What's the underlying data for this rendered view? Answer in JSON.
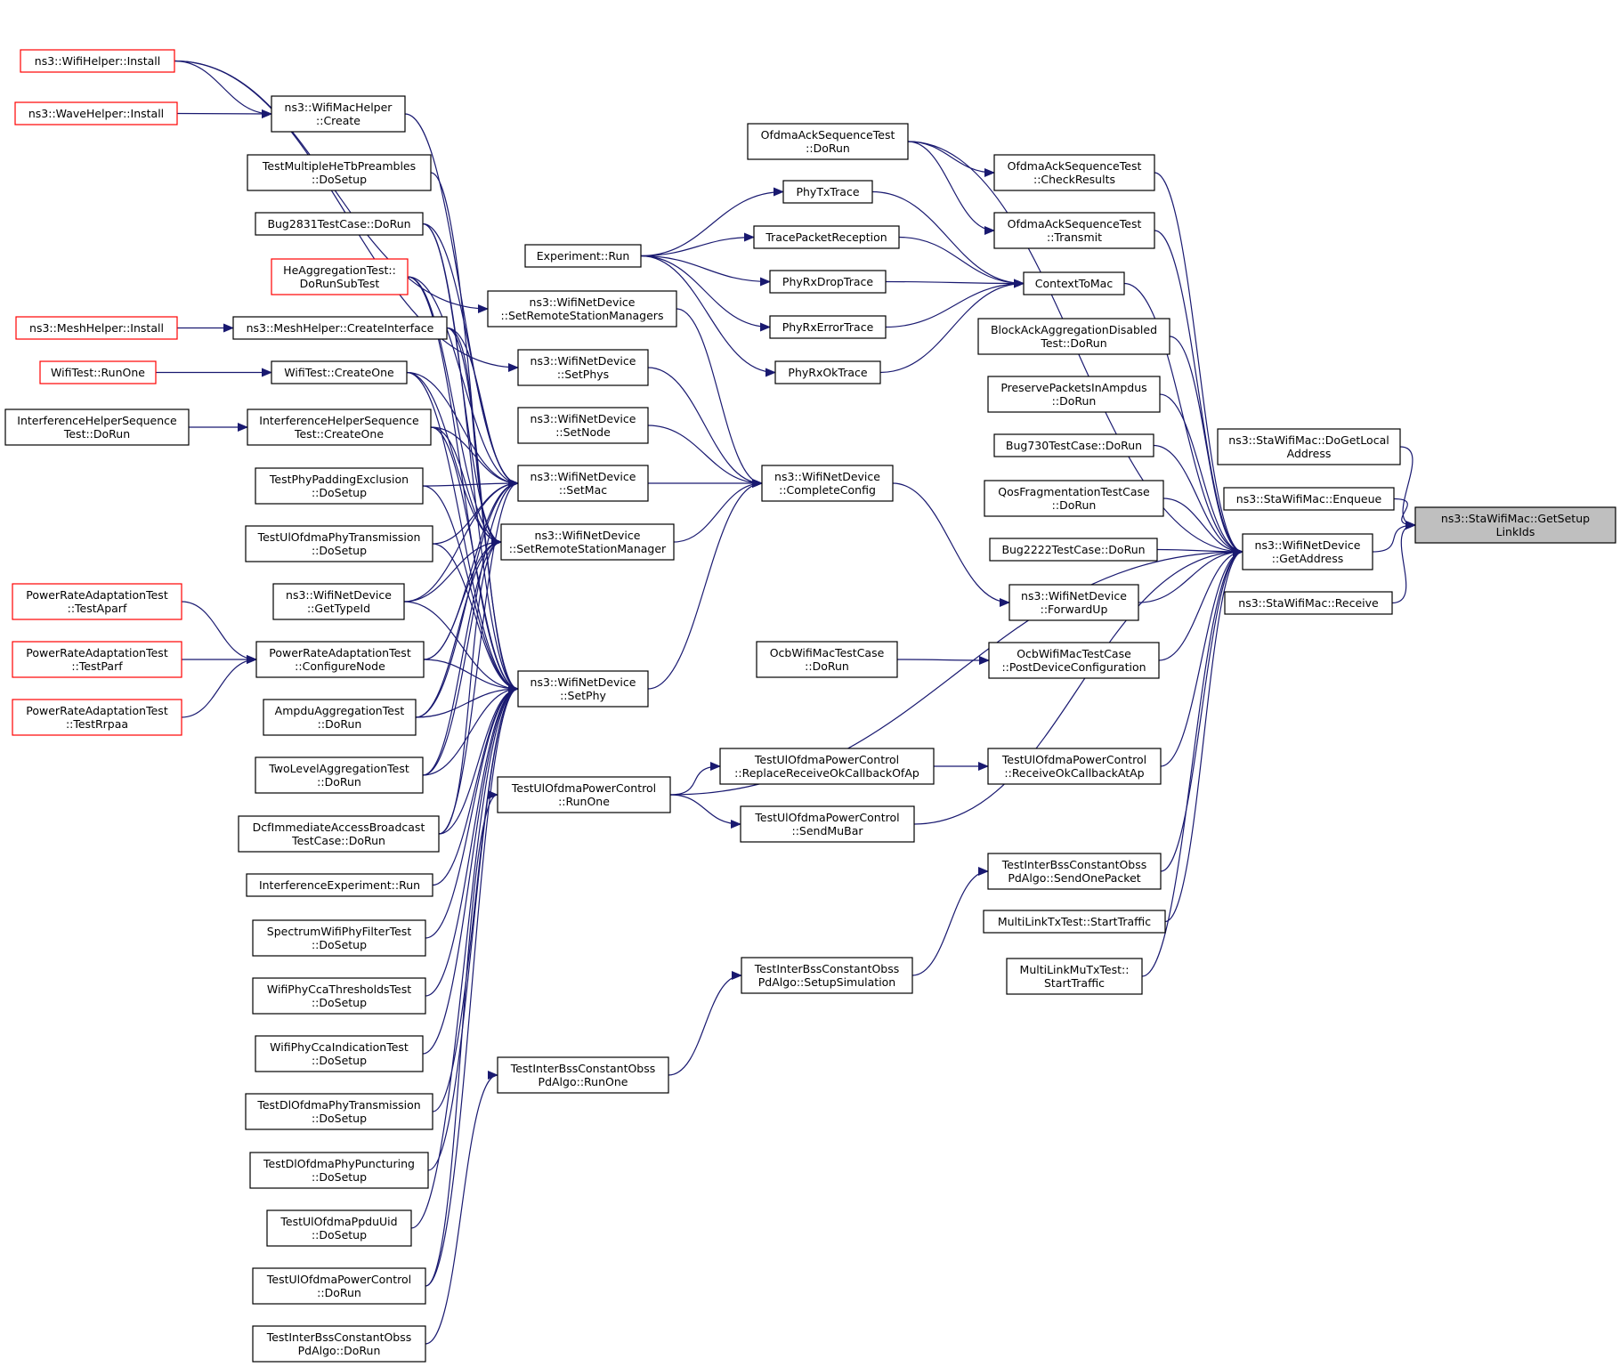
{
  "diagram": {
    "type": "call-graph",
    "colors": {
      "edge": "#191970",
      "node_border": "#000000",
      "truncated_border": "#ff0000",
      "focus_fill": "#bfbfbf",
      "node_fill": "#ffffff"
    },
    "nodes": [
      {
        "id": "wifihelper_install",
        "lines": [
          "ns3::WifiHelper::Install"
        ],
        "truncated": true
      },
      {
        "id": "wavehelper_install",
        "lines": [
          "ns3::WaveHelper::Install"
        ],
        "truncated": true
      },
      {
        "id": "wifimachelper_create",
        "lines": [
          "ns3::WifiMacHelper",
          "::Create"
        ]
      },
      {
        "id": "testmultiplehetb",
        "lines": [
          "TestMultipleHeTbPreambles",
          "::DoSetup"
        ]
      },
      {
        "id": "bug2831",
        "lines": [
          "Bug2831TestCase::DoRun"
        ]
      },
      {
        "id": "heaggregation",
        "lines": [
          "HeAggregationTest::",
          "DoRunSubTest"
        ],
        "truncated": true
      },
      {
        "id": "meshhelper_install",
        "lines": [
          "ns3::MeshHelper::Install"
        ],
        "truncated": true
      },
      {
        "id": "meshhelper_createinterface",
        "lines": [
          "ns3::MeshHelper::CreateInterface"
        ]
      },
      {
        "id": "wifitest_runone",
        "lines": [
          "WifiTest::RunOne"
        ],
        "truncated": true
      },
      {
        "id": "wifitest_createone",
        "lines": [
          "WifiTest::CreateOne"
        ]
      },
      {
        "id": "ihseq_dorun",
        "lines": [
          "InterferenceHelperSequence",
          "Test::DoRun"
        ]
      },
      {
        "id": "ihseq_createone",
        "lines": [
          "InterferenceHelperSequence",
          "Test::CreateOne"
        ]
      },
      {
        "id": "testphypadding",
        "lines": [
          "TestPhyPaddingExclusion",
          "::DoSetup"
        ]
      },
      {
        "id": "testulofdmaphytx",
        "lines": [
          "TestUlOfdmaPhyTransmission",
          "::DoSetup"
        ]
      },
      {
        "id": "wnd_gettypeid",
        "lines": [
          "ns3::WifiNetDevice",
          "::GetTypeId"
        ]
      },
      {
        "id": "prat_testaparf",
        "lines": [
          "PowerRateAdaptationTest",
          "::TestAparf"
        ],
        "truncated": true
      },
      {
        "id": "prat_testparf",
        "lines": [
          "PowerRateAdaptationTest",
          "::TestParf"
        ],
        "truncated": true
      },
      {
        "id": "prat_testrrpaa",
        "lines": [
          "PowerRateAdaptationTest",
          "::TestRrpaa"
        ],
        "truncated": true
      },
      {
        "id": "prat_configurenode",
        "lines": [
          "PowerRateAdaptationTest",
          "::ConfigureNode"
        ]
      },
      {
        "id": "ampduaggregation",
        "lines": [
          "AmpduAggregationTest",
          "::DoRun"
        ]
      },
      {
        "id": "twolevelaggregation",
        "lines": [
          "TwoLevelAggregationTest",
          "::DoRun"
        ]
      },
      {
        "id": "dcfimmediate",
        "lines": [
          "DcfImmediateAccessBroadcast",
          "TestCase::DoRun"
        ]
      },
      {
        "id": "interferenceexp_run",
        "lines": [
          "InterferenceExperiment::Run"
        ]
      },
      {
        "id": "spectrumfilter",
        "lines": [
          "SpectrumWifiPhyFilterTest",
          "::DoSetup"
        ]
      },
      {
        "id": "ccathresholds",
        "lines": [
          "WifiPhyCcaThresholdsTest",
          "::DoSetup"
        ]
      },
      {
        "id": "ccaindication",
        "lines": [
          "WifiPhyCcaIndicationTest",
          "::DoSetup"
        ]
      },
      {
        "id": "testdlofdmaphytx",
        "lines": [
          "TestDlOfdmaPhyTransmission",
          "::DoSetup"
        ]
      },
      {
        "id": "testdlofdmapunct",
        "lines": [
          "TestDlOfdmaPhyPuncturing",
          "::DoSetup"
        ]
      },
      {
        "id": "testulofdmappduuid",
        "lines": [
          "TestUlOfdmaPpduUid",
          "::DoSetup"
        ]
      },
      {
        "id": "testulofdmapc_dorun",
        "lines": [
          "TestUlOfdmaPowerControl",
          "::DoRun"
        ]
      },
      {
        "id": "tibss_dorun",
        "lines": [
          "TestInterBssConstantObss",
          "PdAlgo::DoRun"
        ]
      },
      {
        "id": "wnd_setremotestationmanagers",
        "lines": [
          "ns3::WifiNetDevice",
          "::SetRemoteStationManagers"
        ]
      },
      {
        "id": "wnd_setphys",
        "lines": [
          "ns3::WifiNetDevice",
          "::SetPhys"
        ]
      },
      {
        "id": "wnd_setnode",
        "lines": [
          "ns3::WifiNetDevice",
          "::SetNode"
        ]
      },
      {
        "id": "wnd_setmac",
        "lines": [
          "ns3::WifiNetDevice",
          "::SetMac"
        ]
      },
      {
        "id": "wnd_setremotestationmanager",
        "lines": [
          "ns3::WifiNetDevice",
          "::SetRemoteStationManager"
        ]
      },
      {
        "id": "wnd_setphy",
        "lines": [
          "ns3::WifiNetDevice",
          "::SetPhy"
        ]
      },
      {
        "id": "experiment_run",
        "lines": [
          "Experiment::Run"
        ]
      },
      {
        "id": "testulofdmapc_runone",
        "lines": [
          "TestUlOfdmaPowerControl",
          "::RunOne"
        ]
      },
      {
        "id": "tibss_runone",
        "lines": [
          "TestInterBssConstantObss",
          "PdAlgo::RunOne"
        ]
      },
      {
        "id": "ofdmaack_dorun",
        "lines": [
          "OfdmaAckSequenceTest",
          "::DoRun"
        ]
      },
      {
        "id": "phytxtrace",
        "lines": [
          "PhyTxTrace"
        ]
      },
      {
        "id": "tracepacketreception",
        "lines": [
          "TracePacketReception"
        ]
      },
      {
        "id": "phyrxdroptrace",
        "lines": [
          "PhyRxDropTrace"
        ]
      },
      {
        "id": "phyrxerrortrace",
        "lines": [
          "PhyRxErrorTrace"
        ]
      },
      {
        "id": "phyrxoktrace",
        "lines": [
          "PhyRxOkTrace"
        ]
      },
      {
        "id": "wnd_completeconfig",
        "lines": [
          "ns3::WifiNetDevice",
          "::CompleteConfig"
        ]
      },
      {
        "id": "ocbwifimac_dorun",
        "lines": [
          "OcbWifiMacTestCase",
          "::DoRun"
        ]
      },
      {
        "id": "testulofdmapc_replace",
        "lines": [
          "TestUlOfdmaPowerControl",
          "::ReplaceReceiveOkCallbackOfAp"
        ]
      },
      {
        "id": "testulofdmapc_sendmubar",
        "lines": [
          "TestUlOfdmaPowerControl",
          "::SendMuBar"
        ]
      },
      {
        "id": "tibss_setupsim",
        "lines": [
          "TestInterBssConstantObss",
          "PdAlgo::SetupSimulation"
        ]
      },
      {
        "id": "ofdmaack_checkresults",
        "lines": [
          "OfdmaAckSequenceTest",
          "::CheckResults"
        ]
      },
      {
        "id": "ofdmaack_transmit",
        "lines": [
          "OfdmaAckSequenceTest",
          "::Transmit"
        ]
      },
      {
        "id": "contexttomac",
        "lines": [
          "ContextToMac"
        ]
      },
      {
        "id": "blockackaggdisabled",
        "lines": [
          "BlockAckAggregationDisabled",
          "Test::DoRun"
        ]
      },
      {
        "id": "preservepackets",
        "lines": [
          "PreservePacketsInAmpdus",
          "::DoRun"
        ]
      },
      {
        "id": "bug730",
        "lines": [
          "Bug730TestCase::DoRun"
        ]
      },
      {
        "id": "qosfragmentation",
        "lines": [
          "QosFragmentationTestCase",
          "::DoRun"
        ]
      },
      {
        "id": "bug2222",
        "lines": [
          "Bug2222TestCase::DoRun"
        ]
      },
      {
        "id": "wnd_forwardup",
        "lines": [
          "ns3::WifiNetDevice",
          "::ForwardUp"
        ]
      },
      {
        "id": "ocbwifimac_postdevice",
        "lines": [
          "OcbWifiMacTestCase",
          "::PostDeviceConfiguration"
        ]
      },
      {
        "id": "testulofdmapc_receiveok",
        "lines": [
          "TestUlOfdmaPowerControl",
          "::ReceiveOkCallbackAtAp"
        ]
      },
      {
        "id": "tibss_sendonepacket",
        "lines": [
          "TestInterBssConstantObss",
          "PdAlgo::SendOnePacket"
        ]
      },
      {
        "id": "multilinktx",
        "lines": [
          "MultiLinkTxTest::StartTraffic"
        ]
      },
      {
        "id": "multilinkmutx",
        "lines": [
          "MultiLinkMuTxTest::",
          "StartTraffic"
        ]
      },
      {
        "id": "stawifimac_dogetlocaladdress",
        "lines": [
          "ns3::StaWifiMac::DoGetLocal",
          "Address"
        ]
      },
      {
        "id": "stawifimac_enqueue",
        "lines": [
          "ns3::StaWifiMac::Enqueue"
        ]
      },
      {
        "id": "wnd_getaddress",
        "lines": [
          "ns3::WifiNetDevice",
          "::GetAddress"
        ]
      },
      {
        "id": "stawifimac_receive",
        "lines": [
          "ns3::StaWifiMac::Receive"
        ]
      },
      {
        "id": "stawifimac_getsetuplinkids",
        "lines": [
          "ns3::StaWifiMac::GetSetup",
          "LinkIds"
        ],
        "focus": true
      }
    ],
    "edges": [
      [
        "wifihelper_install",
        "wifimachelper_create"
      ],
      [
        "wavehelper_install",
        "wifimachelper_create"
      ],
      [
        "meshhelper_install",
        "meshhelper_createinterface"
      ],
      [
        "wifitest_runone",
        "wifitest_createone"
      ],
      [
        "ihseq_dorun",
        "ihseq_createone"
      ],
      [
        "prat_testaparf",
        "prat_configurenode"
      ],
      [
        "prat_testparf",
        "prat_configurenode"
      ],
      [
        "prat_testrrpaa",
        "prat_configurenode"
      ],
      [
        "wifihelper_install",
        "wnd_setremotestationmanagers"
      ],
      [
        "wifimachelper_create",
        "wnd_setmac"
      ],
      [
        "testmultiplehetb",
        "wnd_setphy"
      ],
      [
        "bug2831",
        "wnd_setmac"
      ],
      [
        "bug2831",
        "wnd_setremotestationmanager"
      ],
      [
        "bug2831",
        "wnd_setphy"
      ],
      [
        "heaggregation",
        "wnd_setmac"
      ],
      [
        "heaggregation",
        "wnd_setremotestationmanager"
      ],
      [
        "heaggregation",
        "wnd_setphy"
      ],
      [
        "meshhelper_createinterface",
        "wnd_setmac"
      ],
      [
        "meshhelper_createinterface",
        "wnd_setremotestationmanager"
      ],
      [
        "meshhelper_createinterface",
        "wnd_setphy"
      ],
      [
        "wifitest_createone",
        "wnd_setmac"
      ],
      [
        "wifitest_createone",
        "wnd_setremotestationmanager"
      ],
      [
        "wifitest_createone",
        "wnd_setphy"
      ],
      [
        "ihseq_createone",
        "wnd_setmac"
      ],
      [
        "ihseq_createone",
        "wnd_setremotestationmanager"
      ],
      [
        "ihseq_createone",
        "wnd_setphy"
      ],
      [
        "testphypadding",
        "wnd_setmac"
      ],
      [
        "testphypadding",
        "wnd_setphy"
      ],
      [
        "testulofdmaphytx",
        "wnd_setmac"
      ],
      [
        "testulofdmaphytx",
        "wnd_setphy"
      ],
      [
        "wnd_gettypeid",
        "wnd_setmac"
      ],
      [
        "wnd_gettypeid",
        "wnd_setremotestationmanager"
      ],
      [
        "wnd_gettypeid",
        "wnd_setphy"
      ],
      [
        "prat_configurenode",
        "wnd_setmac"
      ],
      [
        "prat_configurenode",
        "wnd_setremotestationmanager"
      ],
      [
        "prat_configurenode",
        "wnd_setphy"
      ],
      [
        "ampduaggregation",
        "wnd_setmac"
      ],
      [
        "ampduaggregation",
        "wnd_setremotestationmanager"
      ],
      [
        "ampduaggregation",
        "wnd_setphy"
      ],
      [
        "twolevelaggregation",
        "wnd_setmac"
      ],
      [
        "twolevelaggregation",
        "wnd_setremotestationmanager"
      ],
      [
        "twolevelaggregation",
        "wnd_setphy"
      ],
      [
        "dcfimmediate",
        "wnd_setmac"
      ],
      [
        "dcfimmediate",
        "wnd_setremotestationmanager"
      ],
      [
        "dcfimmediate",
        "wnd_setphy"
      ],
      [
        "interferenceexp_run",
        "wnd_setphy"
      ],
      [
        "spectrumfilter",
        "wnd_setphy"
      ],
      [
        "ccathresholds",
        "wnd_setphy"
      ],
      [
        "ccaindication",
        "wnd_setphy"
      ],
      [
        "testdlofdmaphytx",
        "wnd_setphy"
      ],
      [
        "testdlofdmapunct",
        "wnd_setphy"
      ],
      [
        "testulofdmappduuid",
        "wnd_setphy"
      ],
      [
        "testulofdmapc_dorun",
        "wnd_setphy"
      ],
      [
        "tibss_dorun",
        "tibss_runone"
      ],
      [
        "wifihelper_install",
        "wnd_setphys"
      ],
      [
        "wnd_setremotestationmanagers",
        "wnd_completeconfig"
      ],
      [
        "wnd_setphys",
        "wnd_completeconfig"
      ],
      [
        "wnd_setnode",
        "wnd_completeconfig"
      ],
      [
        "wnd_setmac",
        "wnd_completeconfig"
      ],
      [
        "wnd_setremotestationmanager",
        "wnd_completeconfig"
      ],
      [
        "wnd_setphy",
        "wnd_completeconfig"
      ],
      [
        "experiment_run",
        "phytxtrace"
      ],
      [
        "experiment_run",
        "tracepacketreception"
      ],
      [
        "experiment_run",
        "phyrxdroptrace"
      ],
      [
        "experiment_run",
        "phyrxerrortrace"
      ],
      [
        "experiment_run",
        "phyrxoktrace"
      ],
      [
        "testulofdmapc_runone",
        "testulofdmapc_replace"
      ],
      [
        "testulofdmapc_runone",
        "testulofdmapc_sendmubar"
      ],
      [
        "tibss_runone",
        "tibss_setupsim"
      ],
      [
        "ofdmaack_dorun",
        "ofdmaack_checkresults"
      ],
      [
        "ofdmaack_dorun",
        "ofdmaack_transmit"
      ],
      [
        "phytxtrace",
        "contexttomac"
      ],
      [
        "tracepacketreception",
        "contexttomac"
      ],
      [
        "phyrxdroptrace",
        "contexttomac"
      ],
      [
        "phyrxerrortrace",
        "contexttomac"
      ],
      [
        "phyrxoktrace",
        "contexttomac"
      ],
      [
        "wnd_completeconfig",
        "wnd_forwardup"
      ],
      [
        "ocbwifimac_dorun",
        "ocbwifimac_postdevice"
      ],
      [
        "testulofdmapc_replace",
        "testulofdmapc_receiveok"
      ],
      [
        "tibss_setupsim",
        "tibss_sendonepacket"
      ],
      [
        "testulofdmapc_dorun",
        "testulofdmapc_runone"
      ],
      [
        "ofdmaack_dorun",
        "wnd_getaddress"
      ],
      [
        "ofdmaack_checkresults",
        "wnd_getaddress"
      ],
      [
        "ofdmaack_transmit",
        "wnd_getaddress"
      ],
      [
        "contexttomac",
        "wnd_getaddress"
      ],
      [
        "blockackaggdisabled",
        "wnd_getaddress"
      ],
      [
        "preservepackets",
        "wnd_getaddress"
      ],
      [
        "bug730",
        "wnd_getaddress"
      ],
      [
        "qosfragmentation",
        "wnd_getaddress"
      ],
      [
        "bug2222",
        "wnd_getaddress"
      ],
      [
        "wnd_forwardup",
        "wnd_getaddress"
      ],
      [
        "ocbwifimac_postdevice",
        "wnd_getaddress"
      ],
      [
        "testulofdmapc_receiveok",
        "wnd_getaddress"
      ],
      [
        "tibss_sendonepacket",
        "wnd_getaddress"
      ],
      [
        "multilinktx",
        "wnd_getaddress"
      ],
      [
        "multilinkmutx",
        "wnd_getaddress"
      ],
      [
        "testulofdmapc_runone",
        "wnd_getaddress"
      ],
      [
        "testulofdmapc_sendmubar",
        "wnd_getaddress"
      ],
      [
        "stawifimac_dogetlocaladdress",
        "stawifimac_getsetuplinkids"
      ],
      [
        "stawifimac_enqueue",
        "stawifimac_getsetuplinkids"
      ],
      [
        "wnd_getaddress",
        "stawifimac_getsetuplinkids"
      ],
      [
        "stawifimac_receive",
        "stawifimac_getsetuplinkids"
      ]
    ]
  }
}
